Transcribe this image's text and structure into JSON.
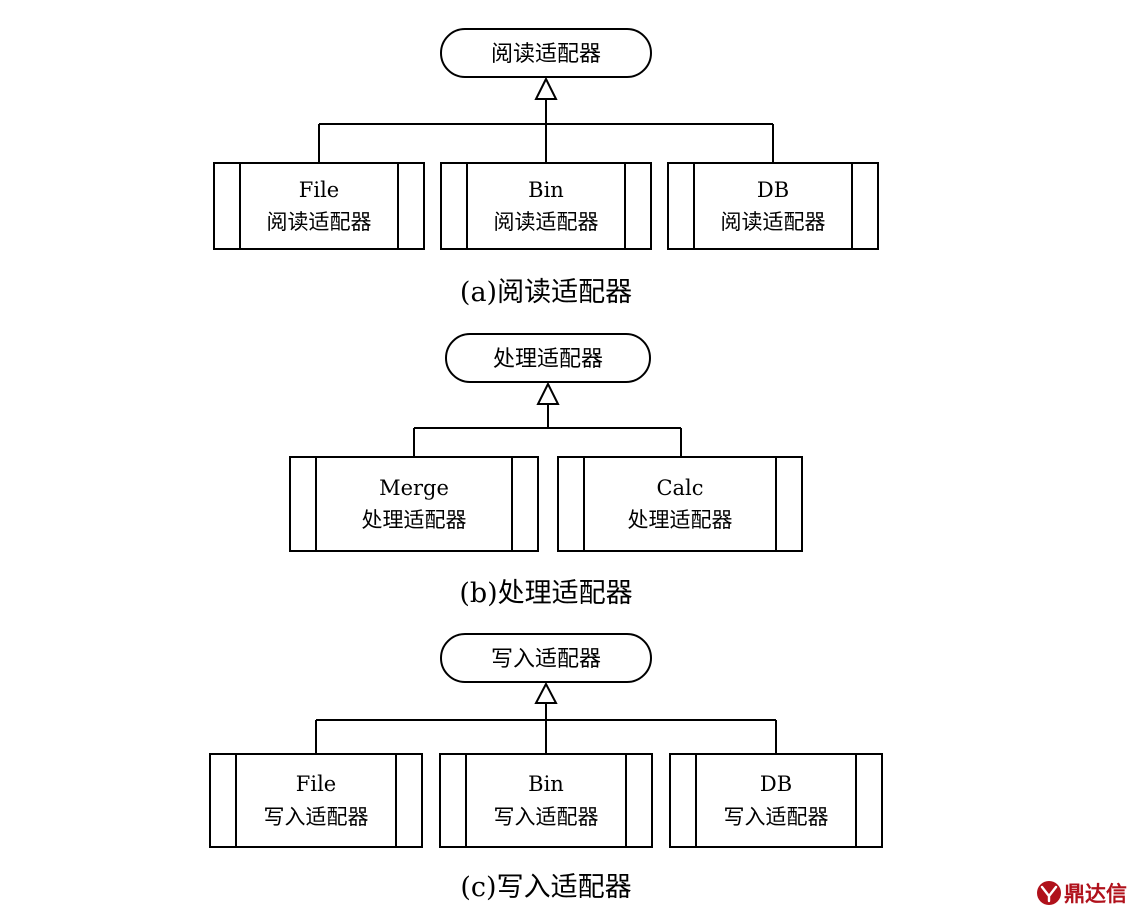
{
  "panels": [
    {
      "base": "阅读适配器",
      "caption": "(a)阅读适配器",
      "subclasses": [
        {
          "line1": "File",
          "line2": "阅读适配器"
        },
        {
          "line1": "Bin",
          "line2": "阅读适配器"
        },
        {
          "line1": "DB",
          "line2": "阅读适配器"
        }
      ]
    },
    {
      "base": "处理适配器",
      "caption": "(b)处理适配器",
      "subclasses": [
        {
          "line1": "Merge",
          "line2": "处理适配器"
        },
        {
          "line1": "Calc",
          "line2": "处理适配器"
        }
      ]
    },
    {
      "base": "写入适配器",
      "caption": "(c)写入适配器",
      "subclasses": [
        {
          "line1": "File",
          "line2": "写入适配器"
        },
        {
          "line1": "Bin",
          "line2": "写入适配器"
        },
        {
          "line1": "DB",
          "line2": "写入适配器"
        }
      ]
    }
  ],
  "watermark": {
    "text": "鼎达信",
    "color": "#b0111b"
  }
}
